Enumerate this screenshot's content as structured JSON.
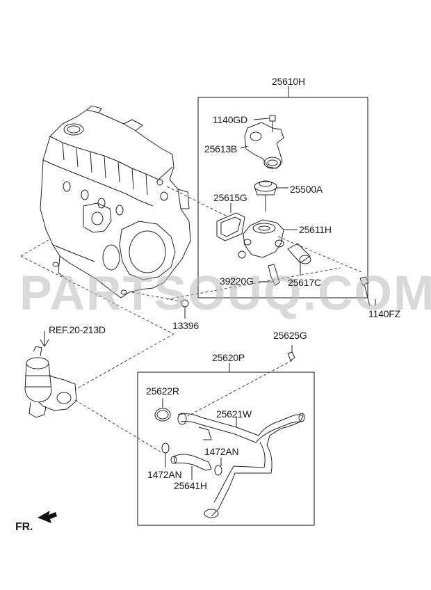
{
  "watermark": "PARTSOUQ.COM",
  "direction_label": "FR.",
  "reference_label": "REF.20-213D",
  "labels": {
    "l25610H": "25610H",
    "l1140GD": "1140GD",
    "l25613B": "25613B",
    "l25615G": "25615G",
    "l25500A": "25500A",
    "l25611H": "25611H",
    "l39220G": "39220G",
    "l25617C": "25617C",
    "l1140FZ": "1140FZ",
    "l13396": "13396",
    "l25625G": "25625G",
    "l25620P": "25620P",
    "l25622R": "25622R",
    "l25621W": "25621W",
    "l1472AN_a": "1472AN",
    "l1472AN_b": "1472AN",
    "l25641H": "25641H"
  }
}
